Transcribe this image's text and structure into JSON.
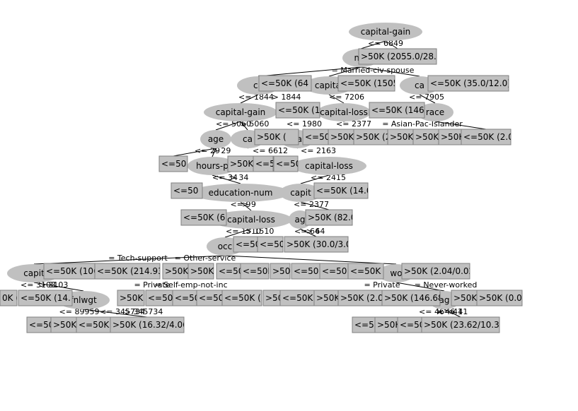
{
  "colors": {
    "node_fill": "#c0c0c0",
    "leaf_fill": "#c0c0c0",
    "leaf_stroke": "#808080",
    "edge": "#000000",
    "background": "#ffffff"
  },
  "nodes": [
    {
      "id": "n1",
      "label": "capital-gain"
    },
    {
      "id": "n2",
      "label": "ma"
    },
    {
      "id": "n3",
      "label": "ca"
    },
    {
      "id": "n4",
      "label": "capital"
    },
    {
      "id": "n5",
      "label": "ca"
    },
    {
      "id": "n6",
      "label": "capital-gain"
    },
    {
      "id": "n7",
      "label": "capital-loss"
    },
    {
      "id": "n8",
      "label": "race"
    },
    {
      "id": "n9",
      "label": "age"
    },
    {
      "id": "n10",
      "label": "ca"
    },
    {
      "id": "n11",
      "label": "ca"
    },
    {
      "id": "n12",
      "label": "hours-p"
    },
    {
      "id": "n13",
      "label": "capital-loss"
    },
    {
      "id": "n14",
      "label": "education-num"
    },
    {
      "id": "n15",
      "label": "capit"
    },
    {
      "id": "n16",
      "label": "capital-loss"
    },
    {
      "id": "n17",
      "label": "ag"
    },
    {
      "id": "n18",
      "label": "occ"
    },
    {
      "id": "n19",
      "label": "capit"
    },
    {
      "id": "n20",
      "label": "wo"
    },
    {
      "id": "n21",
      "label": "fnlwgt"
    },
    {
      "id": "n22",
      "label": "ag"
    }
  ],
  "leaves": [
    {
      "label": ">50K (2055.0/28.0)"
    },
    {
      "label": "<=50K (64"
    },
    {
      "label": "<=50K (1505"
    },
    {
      "label": "<=50K (35.0/12.0)"
    },
    {
      "label": "<=50K (1"
    },
    {
      "label": "<=50K (1460."
    },
    {
      "label": ">50K ("
    },
    {
      "label": "<=50K"
    },
    {
      "label": ">50K"
    },
    {
      "label": ">50K (2"
    },
    {
      "label": ">50K"
    },
    {
      "label": ">50K"
    },
    {
      "label": ">50K"
    },
    {
      "label": "<=50K (2.0)"
    },
    {
      "label": "<=50"
    },
    {
      "label": ">50K"
    },
    {
      "label": "<=5"
    },
    {
      "label": "<=50"
    },
    {
      "label": "<=50"
    },
    {
      "label": "<=50K (14.0)"
    },
    {
      "label": "<=50K (6"
    },
    {
      "label": ">50K (82.0)"
    },
    {
      "label": "<=50"
    },
    {
      "label": "<=50"
    },
    {
      "label": ">50K (30.0/3.0)"
    },
    {
      "label": "<=50K (1065"
    },
    {
      "label": "<=50K (214.93"
    },
    {
      "label": ">50K"
    },
    {
      "label": ">50K ("
    },
    {
      "label": "<=50"
    },
    {
      "label": "<=50K"
    },
    {
      "label": ">50"
    },
    {
      "label": "<=50K"
    },
    {
      "label": "<=50K"
    },
    {
      "label": "<=50K"
    },
    {
      "label": ">50K (2.04/0.02)"
    },
    {
      "label": "0K ("
    },
    {
      "label": "<=50K (14."
    },
    {
      "label": ">50K ("
    },
    {
      "label": "<=50"
    },
    {
      "label": "<=50"
    },
    {
      "label": "<=50K"
    },
    {
      "label": "<=50K (1"
    },
    {
      "label": ">50"
    },
    {
      "label": "<=50K ("
    },
    {
      "label": ">50K"
    },
    {
      "label": ">50K (2.0"
    },
    {
      "label": ">50K (146.68"
    },
    {
      "label": ">50K"
    },
    {
      "label": ">50K (0.0)"
    },
    {
      "label": "<=50"
    },
    {
      "label": ">50K"
    },
    {
      "label": "<=50K ("
    },
    {
      "label": ">50K (16.32/4.06)"
    },
    {
      "label": "<=50"
    },
    {
      "label": ">50K"
    },
    {
      "label": "<=50"
    },
    {
      "label": ">50K (23.62/10.34)"
    }
  ],
  "edge_labels": [
    {
      "text": "<= 6849"
    },
    {
      "text": "= Married-civ-spouse"
    },
    {
      "text": "<= 1844"
    },
    {
      "text": "> 1844"
    },
    {
      "text": "<= 7206"
    },
    {
      "text": "<= 7905"
    },
    {
      "text": "<= 5060"
    },
    {
      "text": "> 5060"
    },
    {
      "text": "<= 1980"
    },
    {
      "text": "<= 2377"
    },
    {
      "text": "= Asian-Pac-Islander"
    },
    {
      "text": "<= 29"
    },
    {
      "text": "> 29"
    },
    {
      "text": "<= 6612"
    },
    {
      "text": "<= 2163"
    },
    {
      "text": "<= 34"
    },
    {
      "text": "> 34"
    },
    {
      "text": "<= 2415"
    },
    {
      "text": "<= 9"
    },
    {
      "text": "> 9"
    },
    {
      "text": "<= 2377"
    },
    {
      "text": "<= 1510"
    },
    {
      "text": "> 1510"
    },
    {
      "text": "<= 64"
    },
    {
      "text": "> 64"
    },
    {
      "text": "= Tech-support"
    },
    {
      "text": "= Other-service"
    },
    {
      "text": "<= 3103"
    },
    {
      "text": "> 3103"
    },
    {
      "text": "= Private"
    },
    {
      "text": "= Self-emp-not-inc"
    },
    {
      "text": "= Private"
    },
    {
      "text": "= Never-worked"
    },
    {
      "text": "<= 89959"
    },
    {
      "text": "<= 345734"
    },
    {
      "text": "> 345734"
    },
    {
      "text": "<= 46"
    },
    {
      "text": "> 46"
    },
    {
      "text": "<= 41"
    },
    {
      "text": "> 41"
    }
  ]
}
